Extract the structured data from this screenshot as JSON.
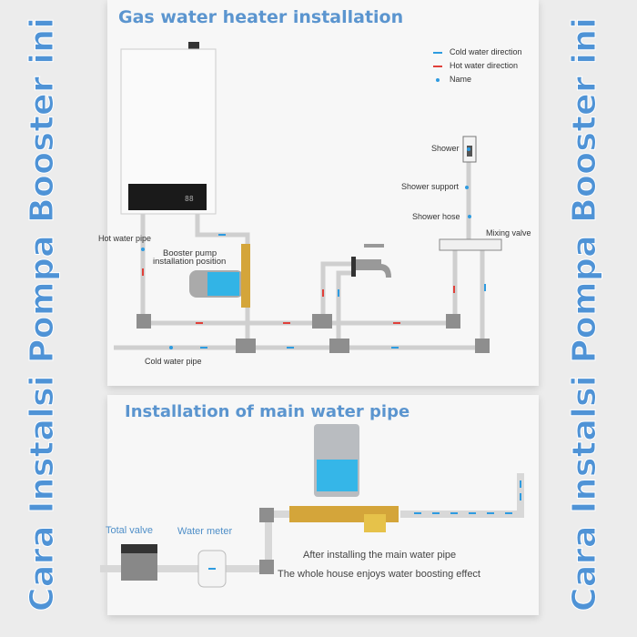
{
  "side_text": "Cara Instalsi Pompa Booster ini",
  "panel1": {
    "title": "Gas water heater installation",
    "legend": [
      {
        "label": "Cold water direction",
        "color": "#2e9be0"
      },
      {
        "label": "Hot water direction",
        "color": "#e0403a"
      },
      {
        "label": "Name",
        "color": "#2e9be0"
      }
    ],
    "labels": {
      "hot_water_pipe": "Hot water pipe",
      "booster_pump": "Booster pump",
      "installation_position": "installation position",
      "cold_water_pipe": "Cold water pipe",
      "shower": "Shower",
      "shower_support": "Shower support",
      "shower_hose": "Shower hose",
      "mixing_valve": "Mixing valve"
    },
    "heater_display": "88"
  },
  "panel2": {
    "title": "Installation of main water pipe",
    "total_valve": "Total valve",
    "water_meter": "Water meter",
    "caption_line1": "After installing the main water pipe",
    "caption_line2": "The whole house enjoys water boosting effect"
  }
}
